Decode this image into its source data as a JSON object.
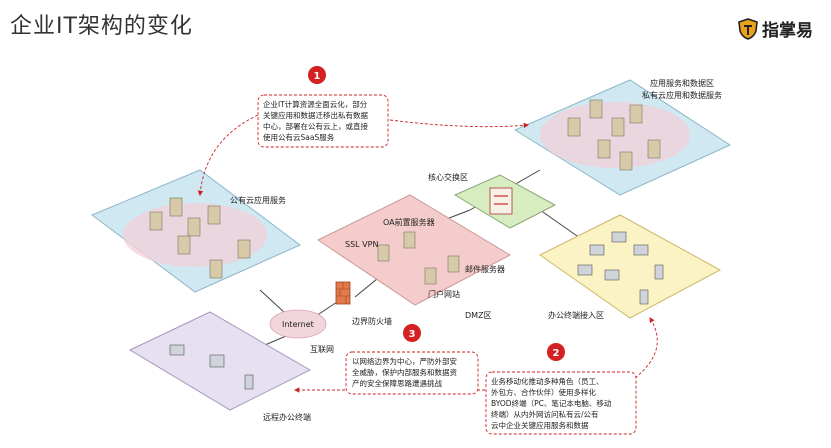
{
  "page_title": "企业IT架构的变化",
  "brand": {
    "name": "指掌易",
    "accent": "#e8a21b"
  },
  "zones": {
    "public_cloud": "公有云应用服务",
    "private_cloud_line1": "应用服务和数据区",
    "private_cloud_line2": "私有云应用和数据服务",
    "core_switch": "核心交换区",
    "dmz": "DMZ区",
    "office_access": "办公终端接入区",
    "remote_office": "远程办公终端",
    "internet": "Internet",
    "internet_cn": "互联网",
    "border_firewall": "边界防火墙"
  },
  "dmz_servers": {
    "oa": "OA前置服务器",
    "vpn": "SSL VPN",
    "mail": "邮件服务器",
    "portal": "门户网站"
  },
  "callouts": [
    {
      "number": "1",
      "lines": [
        "企业IT计算资源全面云化，部分",
        "关键应用和数据迁移出私有数据",
        "中心，部署在公有云上，或直接",
        "使用公有云SaaS服务"
      ]
    },
    {
      "number": "2",
      "lines": [
        "业务移动化推动多种角色（员工、",
        "外包方、合作伙伴）使用多样化",
        "BYOD终端（PC、笔记本电脑、移动",
        "终端）从内外网访问私有云/公有",
        "云中企业关键应用服务和数据"
      ]
    },
    {
      "number": "3",
      "lines": [
        "以网络边界为中心，严防外部安",
        "全威胁，保护内部服务和数据资",
        "产的安全保障思路遭遇挑战"
      ]
    }
  ],
  "colors": {
    "cloud_zone": "#cfe8f2",
    "dmz_zone": "#f4cccc",
    "office_zone": "#fbf3c4",
    "remote_zone": "#e6e0f0",
    "core_zone": "#d7ecc1",
    "callout_border": "#cc2222",
    "callout_badge": "#d42020"
  }
}
